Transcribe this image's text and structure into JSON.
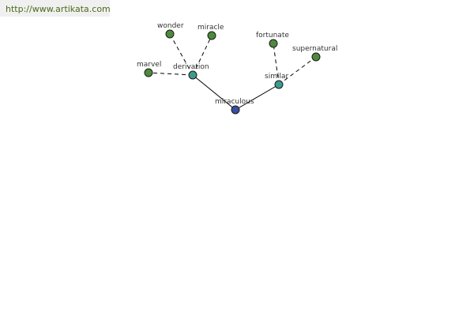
{
  "watermark": {
    "url": "http://www.artikata.com"
  },
  "colors": {
    "center": "#3a4fa0",
    "relation": "#3f9a8e",
    "leaf": "#4e8a3e"
  },
  "graph": {
    "nodes": [
      {
        "id": "miraculous",
        "label": "miraculous",
        "kind": "center"
      },
      {
        "id": "derivation",
        "label": "derivation",
        "kind": "relation"
      },
      {
        "id": "similar",
        "label": "similar",
        "kind": "relation"
      },
      {
        "id": "wonder",
        "label": "wonder",
        "kind": "leaf"
      },
      {
        "id": "miracle",
        "label": "miracle",
        "kind": "leaf"
      },
      {
        "id": "marvel",
        "label": "marvel",
        "kind": "leaf"
      },
      {
        "id": "fortunate",
        "label": "fortunate",
        "kind": "leaf"
      },
      {
        "id": "supernatural",
        "label": "supernatural",
        "kind": "leaf"
      }
    ],
    "edges": [
      {
        "from": "miraculous",
        "to": "derivation",
        "style": "solid"
      },
      {
        "from": "miraculous",
        "to": "similar",
        "style": "solid"
      },
      {
        "from": "derivation",
        "to": "wonder",
        "style": "dashed"
      },
      {
        "from": "derivation",
        "to": "miracle",
        "style": "dashed"
      },
      {
        "from": "derivation",
        "to": "marvel",
        "style": "dashed"
      },
      {
        "from": "similar",
        "to": "fortunate",
        "style": "dashed"
      },
      {
        "from": "similar",
        "to": "supernatural",
        "style": "dashed"
      }
    ]
  }
}
